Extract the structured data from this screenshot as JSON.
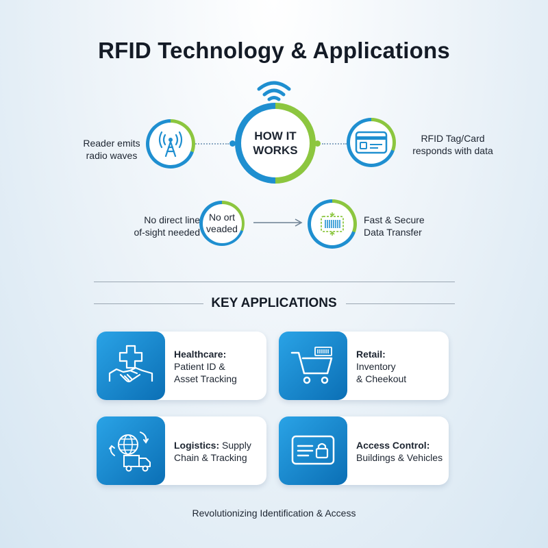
{
  "title": "RFID Technology & Applications",
  "how_it_works": {
    "center_label_line1": "HOW IT",
    "center_label_line2": "WORKS",
    "reader_text_line1": "Reader emits",
    "reader_text_line2": "radio waves",
    "tag_text_line1": "RFID Tag/Card",
    "tag_text_line2": "responds with data",
    "los_text_line1": "No direct line",
    "los_text_line2": "of-sight needed",
    "los_ring_line1": "No ort",
    "los_ring_line2": "veaded",
    "transfer_text_line1": "Fast & Secure",
    "transfer_text_line2": "Data Transfer"
  },
  "applications": {
    "heading": "KEY APPLICATIONS",
    "items": [
      {
        "title": "Healthcare:",
        "line1": "Patient ID &",
        "line2": "Asset Tracking",
        "icon": "medical-handshake-icon"
      },
      {
        "title": "Retail:",
        "line1": "Inventory",
        "line2": "& Cheekout",
        "icon": "shopping-cart-icon"
      },
      {
        "title": "Logistics:",
        "title_rest": " Supply",
        "line1": "Chain & Tracking",
        "icon": "delivery-truck-icon"
      },
      {
        "title": "Access Control:",
        "line1": "Buildings & Vehicles",
        "icon": "id-card-lock-icon"
      }
    ]
  },
  "footer": "Revolutionizing Identification & Access",
  "colors": {
    "blue": "#1f8fd0",
    "green": "#8cc63f",
    "tile_blue": "#0b6fb5"
  }
}
